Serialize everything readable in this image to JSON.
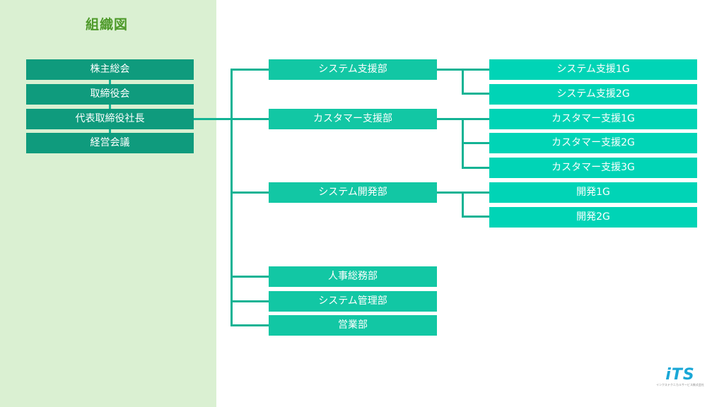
{
  "title": "組織図",
  "executive": [
    {
      "id": "shareholders",
      "label": "株主総会"
    },
    {
      "id": "board",
      "label": "取締役会"
    },
    {
      "id": "president",
      "label": "代表取締役社長"
    },
    {
      "id": "management-meeting",
      "label": "経営会議"
    }
  ],
  "departments": [
    {
      "id": "system-support",
      "label": "システム支援部"
    },
    {
      "id": "customer-support",
      "label": "カスタマー支援部"
    },
    {
      "id": "system-development",
      "label": "システム開発部"
    },
    {
      "id": "hr-general-affairs",
      "label": "人事総務部"
    },
    {
      "id": "system-management",
      "label": "システム管理部"
    },
    {
      "id": "sales",
      "label": "営業部"
    }
  ],
  "groups": [
    {
      "label": "システム支援1G"
    },
    {
      "label": "システム支援2G"
    },
    {
      "label": "カスタマー支援1G"
    },
    {
      "label": "カスタマー支援2G"
    },
    {
      "label": "カスタマー支援3G"
    },
    {
      "label": "開発1G"
    },
    {
      "label": "開発2G"
    }
  ],
  "logo": {
    "mark": "iTS",
    "subtitle": "インクステクニカルサービス株式会社"
  },
  "colors": {
    "panel": "#daf0d2",
    "title": "#4e9a2a",
    "executive": "#0f9b7d",
    "department": "#12c7a4",
    "group": "#00d4b6",
    "connector": "#13b394"
  }
}
